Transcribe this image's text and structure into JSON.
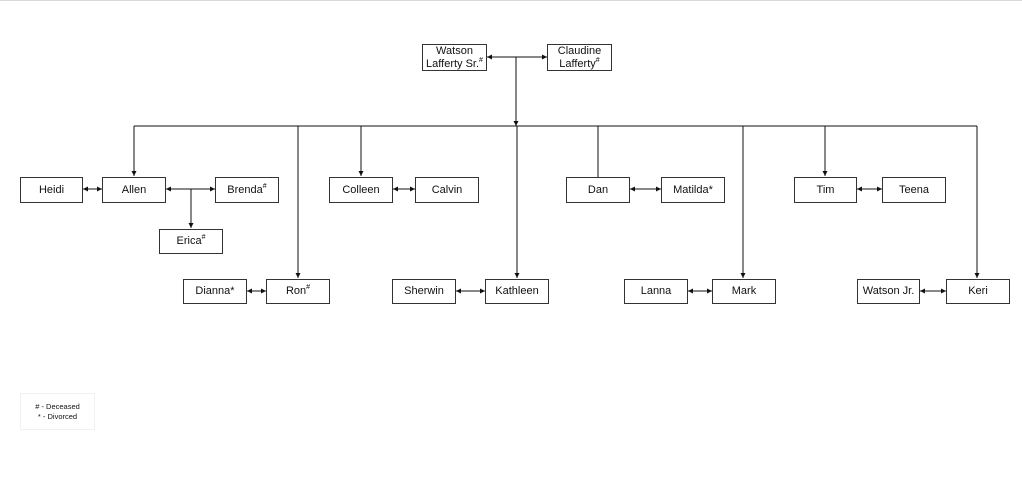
{
  "nodes": {
    "watson_sr": {
      "label": "Watson\nLafferty Sr.",
      "mark": "#"
    },
    "claudine": {
      "label": "Claudine\nLafferty",
      "mark": "#"
    },
    "heidi": {
      "label": "Heidi",
      "mark": ""
    },
    "allen": {
      "label": "Allen",
      "mark": ""
    },
    "brenda": {
      "label": "Brenda",
      "mark": "#"
    },
    "erica": {
      "label": "Erica",
      "mark": "#"
    },
    "dianna": {
      "label": "Dianna*",
      "mark": ""
    },
    "ron": {
      "label": "Ron",
      "mark": "#"
    },
    "colleen": {
      "label": "Colleen",
      "mark": ""
    },
    "calvin": {
      "label": "Calvin",
      "mark": ""
    },
    "sherwin": {
      "label": "Sherwin",
      "mark": ""
    },
    "kathleen": {
      "label": "Kathleen",
      "mark": ""
    },
    "dan": {
      "label": "Dan",
      "mark": ""
    },
    "matilda": {
      "label": "Matilda*",
      "mark": ""
    },
    "lanna": {
      "label": "Lanna",
      "mark": ""
    },
    "mark": {
      "label": "Mark",
      "mark": ""
    },
    "tim": {
      "label": "Tim",
      "mark": ""
    },
    "teena": {
      "label": "Teena",
      "mark": ""
    },
    "watson_jr": {
      "label": "Watson Jr.",
      "mark": ""
    },
    "keri": {
      "label": "Keri",
      "mark": ""
    }
  },
  "legend": {
    "deceased": "# - Deceased",
    "divorced": "* - Divorced"
  }
}
